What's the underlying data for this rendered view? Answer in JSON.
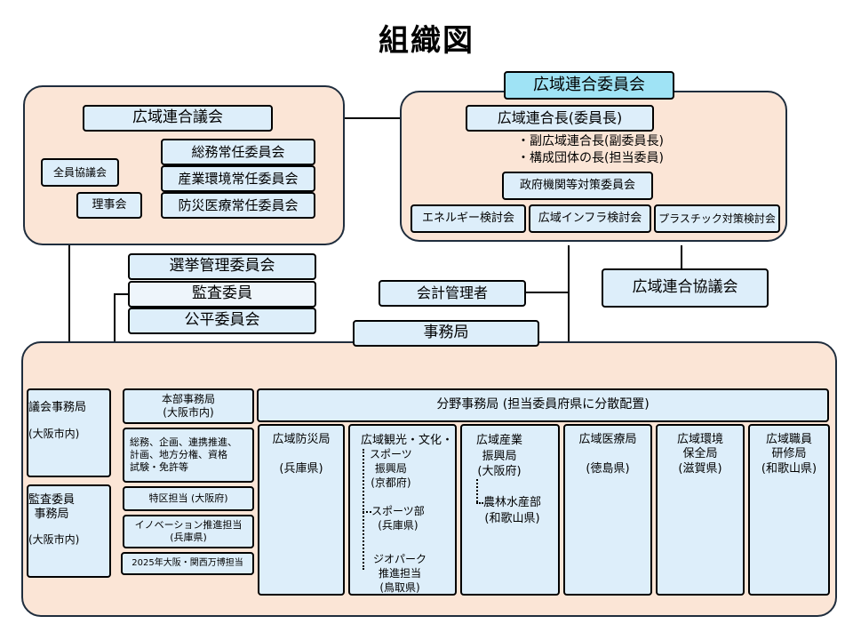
{
  "title": "組織図",
  "council": {
    "main": "広域連合議会",
    "all_members": "全員協議会",
    "board": "理事会",
    "committees": [
      "総務常任委員会",
      "産業環境常任委員会",
      "防災医療常任委員会"
    ]
  },
  "committee_side": {
    "header": "広域連合委員会",
    "head": "広域連合長(委員長)",
    "notes": [
      "・副広域連合長(副委員長)",
      "・構成団体の長(担当委員)"
    ],
    "gov_committee": "政府機関等対策委員会",
    "study_groups": [
      "エネルギー検討会",
      "広域インフラ検討会",
      "プラスチック対策検討会"
    ]
  },
  "councils_middle": {
    "election": "選挙管理委員会",
    "audit": "監査委員",
    "equity": "公平委員会",
    "accounting": "会計管理者",
    "coordination": "広域連合協議会",
    "secretariat": "事務局"
  },
  "left_column": {
    "council_office": "議会事務局",
    "council_office_loc": "(大阪市内)",
    "audit_office": "監査委員\n事務局",
    "audit_office_loc": "(大阪市内)"
  },
  "hq": {
    "name": "本部事務局\n(大阪市内)",
    "duties": "総務、企画、連携推進、\n計画、地方分権、資格\n試験・免許等",
    "special_zone": "特区担当 (大阪府)",
    "innovation": "イノベーション推進担当\n(兵庫県)",
    "expo": "2025年大阪・関西万博担当"
  },
  "field_offices": {
    "header": "分野事務局 (担当委員府県に分散配置)",
    "disaster": "広域防災局\n\n(兵庫県)",
    "tourism": "広域観光・文化・",
    "tourism_sub1": "スポーツ\n振興局\n(京都府)",
    "tourism_sub2": "スポーツ部\n(兵庫県)",
    "tourism_sub3": "ジオパーク\n推進担当\n(鳥取県)",
    "industry": "広域産業\n振興局\n(大阪府)",
    "industry_sub": "農林水産部\n(和歌山県)",
    "medical": "広域医療局\n\n(徳島県)",
    "environment": "広域環境\n保全局\n(滋賀県)",
    "staff": "広域職員\n研修局\n(和歌山県)"
  }
}
